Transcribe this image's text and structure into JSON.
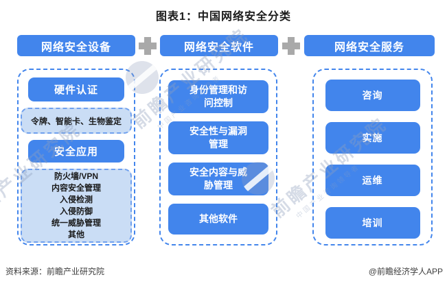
{
  "title": "图表1：中国网络安全分类",
  "columns": [
    {
      "header": "网络安全设备",
      "items": [
        {
          "label": "硬件认证"
        },
        {
          "label": "令牌、智能卡、生物鉴定"
        },
        {
          "label": "安全应用"
        },
        {
          "lines": [
            "防火墙/VPN",
            "内容安全管理",
            "入侵检测",
            "入侵防御",
            "统一威胁管理",
            "其他"
          ]
        }
      ]
    },
    {
      "header": "网络安全软件",
      "items": [
        {
          "label": "身份管理和访\n问控制"
        },
        {
          "label": "安全性与漏洞\n管理"
        },
        {
          "label": "安全内容与威\n胁管理"
        },
        {
          "label": "其他软件"
        }
      ]
    },
    {
      "header": "网络安全服务",
      "items": [
        {
          "label": "咨询"
        },
        {
          "label": "实施"
        },
        {
          "label": "运维"
        },
        {
          "label": "培训"
        }
      ]
    }
  ],
  "footer": {
    "source": "资料来源：前瞻产业研究院",
    "credit": "@前瞻经济学人APP"
  },
  "watermark": {
    "name": "前瞻产业研究院",
    "tagline": "中国产业咨询领导者"
  },
  "colors": {
    "primary_blue": "#4285EC",
    "light_blue": "#CADDF5",
    "light_box_dash": "#6FA0EE",
    "plus_gray": "#A9A9A9",
    "title_text": "#1A1A1A",
    "footer_text": "#3D3D3D"
  }
}
